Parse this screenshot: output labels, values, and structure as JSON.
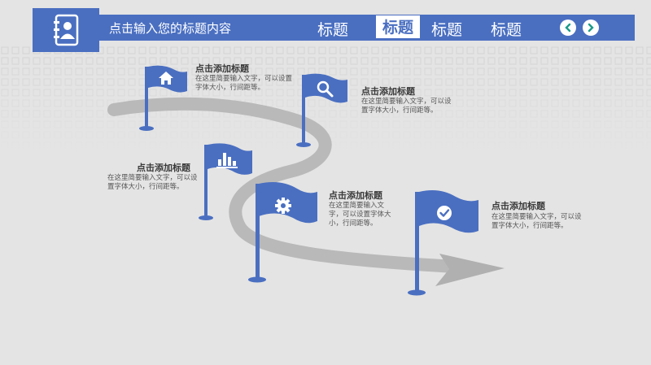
{
  "header": {
    "title": "点击输入您的标题内容",
    "tabs": [
      {
        "label": "标题",
        "active": false
      },
      {
        "label": "标题",
        "active": true
      },
      {
        "label": "标题",
        "active": false
      },
      {
        "label": "标题",
        "active": false
      }
    ],
    "prev_icon": "chevron-left-icon",
    "next_icon": "chevron-right-icon",
    "logo_icon": "contact-book-icon"
  },
  "colors": {
    "accent": "#4a6fc1",
    "nav_button_icon": "#1a9a8a",
    "road": "#b8b8b8"
  },
  "items": [
    {
      "title": "点击添加标题",
      "text": "在这里简要输入文字，可以设置字体大小，行间距等。",
      "icon": "home-icon"
    },
    {
      "title": "点击添加标题",
      "text": "在这里简要输入文字，可以设置字体大小，行间距等。",
      "icon": "search-icon"
    },
    {
      "title": "点击添加标题",
      "text": "在这里简要输入文字，可以设置字体大小，行间距等。",
      "icon": "bar-chart-icon"
    },
    {
      "title": "点击添加标题",
      "text": "在这里简要输入文字，可以设置字体大小，行间距等。",
      "icon": "gear-icon"
    },
    {
      "title": "点击添加标题",
      "text": "在这里简要输入文字，可以设置字体大小，行间距等。",
      "icon": "check-icon"
    }
  ]
}
